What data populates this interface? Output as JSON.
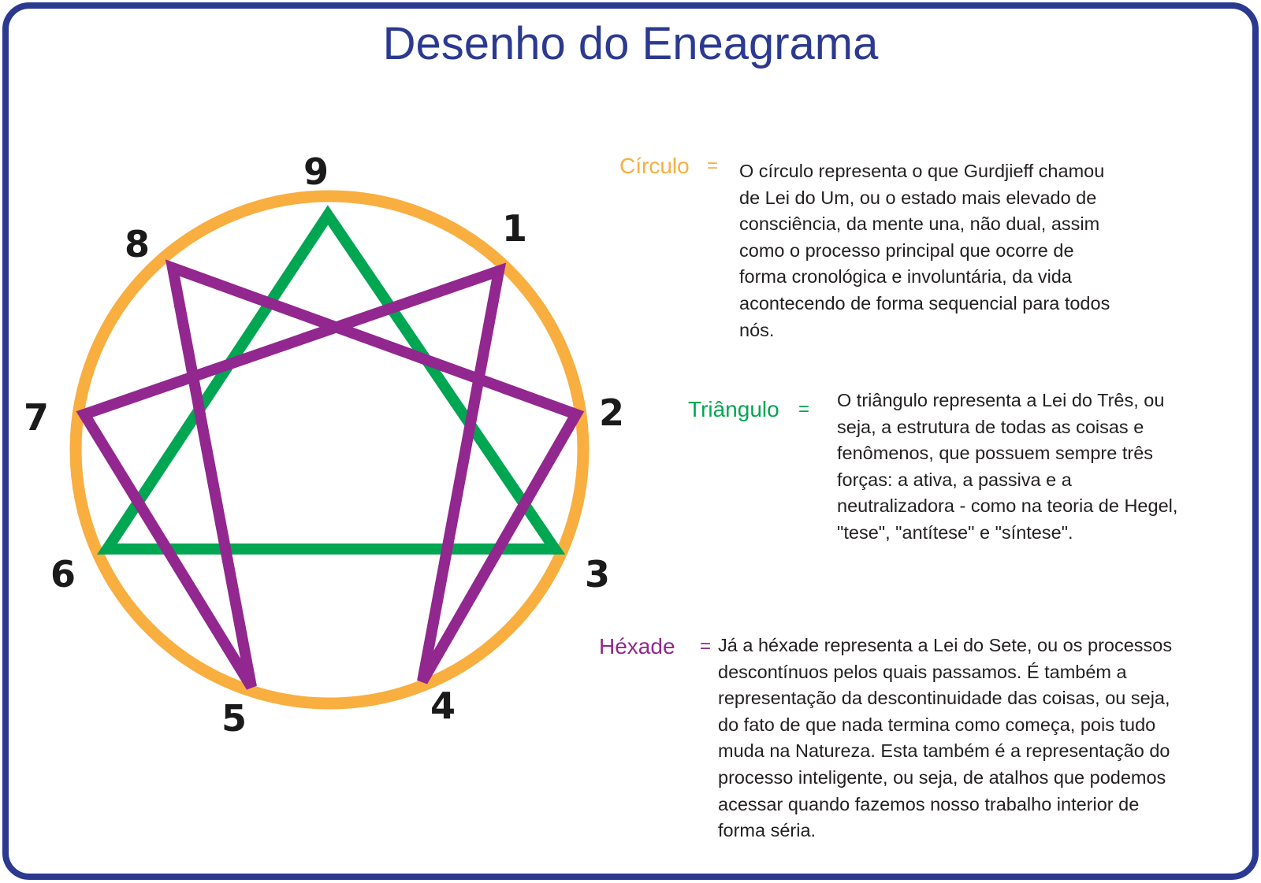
{
  "title": "Desenho do Eneagrama",
  "colors": {
    "frame": "#2b3990",
    "circle": "#f9ae40",
    "triangle": "#00a651",
    "hexad": "#92278f",
    "numbers": "#1a1a1a"
  },
  "diagram": {
    "numbers": [
      "1",
      "2",
      "3",
      "4",
      "5",
      "6",
      "7",
      "8",
      "9"
    ],
    "triangle_order": [
      "9",
      "6",
      "3"
    ],
    "hexad_order": [
      "1",
      "4",
      "2",
      "8",
      "5",
      "7"
    ]
  },
  "sections": [
    {
      "label": "Círculo",
      "eq": "=",
      "lines": [
        "O círculo representa o que Gurdjieff chamou",
        "de Lei do Um, ou o estado mais elevado de",
        "consciência, da mente una, não dual, assim",
        "como o processo principal que ocorre de",
        "forma cronológica e involuntária, da vida",
        "acontecendo de forma sequencial para todos",
        "nós."
      ]
    },
    {
      "label": "Triângulo",
      "eq": "=",
      "lines": [
        "O triângulo representa a Lei do Três, ou",
        "seja, a estrutura de todas as coisas e",
        "fenômenos, que possuem sempre três",
        "forças: a ativa, a passiva e a",
        "neutralizadora - como na teoria de Hegel,",
        "\"tese\", \"antítese\" e \"síntese\"."
      ]
    },
    {
      "label": "Héxade",
      "eq": "=",
      "lines": [
        "Já a héxade representa a Lei do Sete, ou os processos",
        "descontínuos pelos quais passamos. É também a",
        "representação da descontinuidade das coisas, ou seja,",
        "do fato de que nada termina como começa, pois tudo",
        "muda na Natureza. Esta também é a representação do",
        "processo inteligente, ou seja, de atalhos que podemos",
        "acessar quando fazemos nosso trabalho interior de",
        "forma séria."
      ]
    }
  ]
}
